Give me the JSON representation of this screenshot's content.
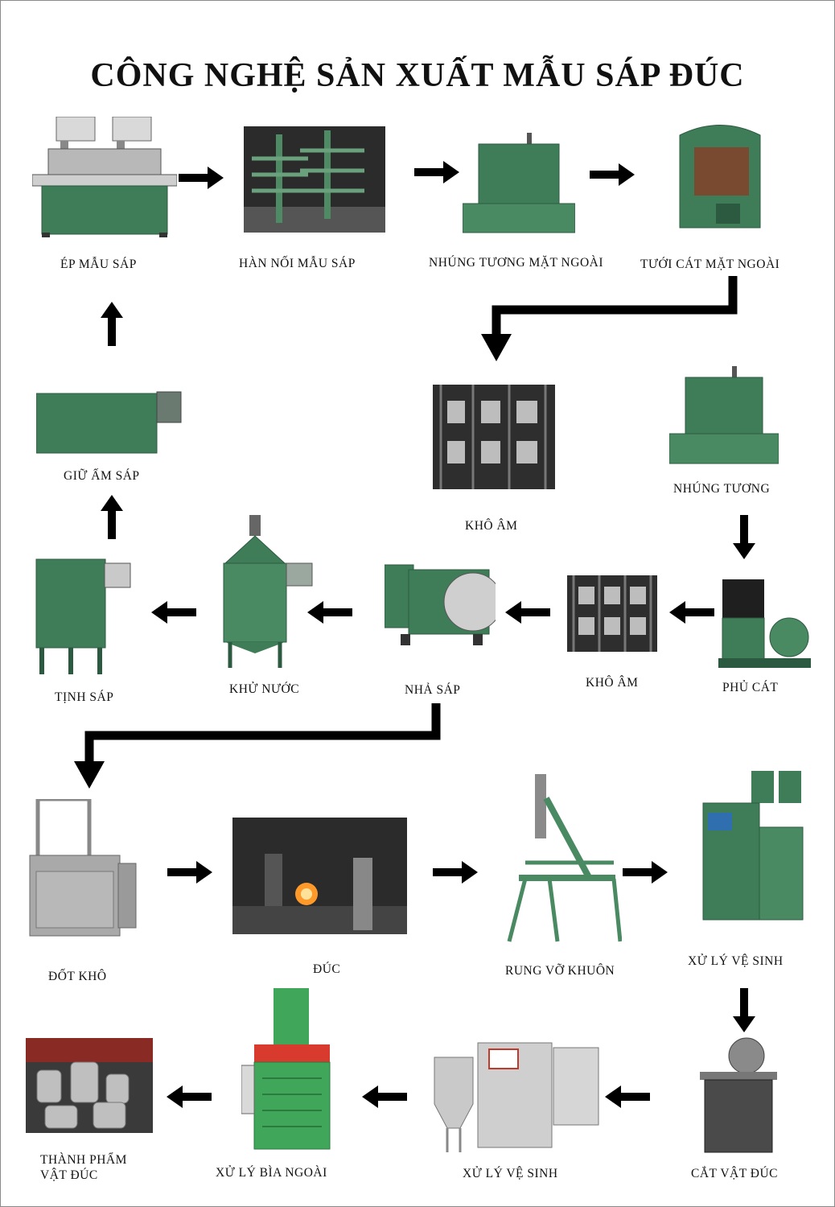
{
  "title": "CÔNG NGHỆ  SẢN XUẤT MẪU SÁP ĐÚC",
  "steps": {
    "ep_mau_sap": "ÉP MẪU SÁP",
    "han_noi": "HÀN NỐI MẪU SÁP",
    "nhung_tuong_ngoai": "NHÚNG TƯƠNG MẶT NGOÀI",
    "tuoi_cat": "TƯỚI CÁT MẶT NGOÀI",
    "kho_am_1": "KHÔ ÂM",
    "nhung_tuong": "NHÚNG TƯƠNG",
    "giu_am_sap": "GIỮ ẤM SÁP",
    "tinh_sap": "TỊNH SÁP",
    "khu_nuoc": "KHỬ NƯỚC",
    "nha_sap": "NHẢ SÁP",
    "kho_am_2": "KHÔ ÂM",
    "phu_cat": "PHỦ CÁT",
    "dot_kho": "ĐỐT KHÔ",
    "duc": "ĐÚC",
    "rung_vo": "RUNG VỠ KHUÔN",
    "xu_ly_ve_sinh_1": "XỬ LÝ VỆ SINH",
    "thanh_pham_1": "THÀNH PHẨM",
    "thanh_pham_2": "VẬT ĐÚC",
    "xu_ly_bia": "XỬ LÝ BÌA NGOÀI",
    "xu_ly_ve_sinh_2": "XỬ LÝ VỆ SINH",
    "cat_vat_duc": "CẮT VẬT ĐÚC"
  },
  "colors": {
    "machine_green": "#3f7d58",
    "machine_dark": "#2c5a40",
    "photo_dark": "#2b2b2b",
    "arrow": "#000000"
  }
}
